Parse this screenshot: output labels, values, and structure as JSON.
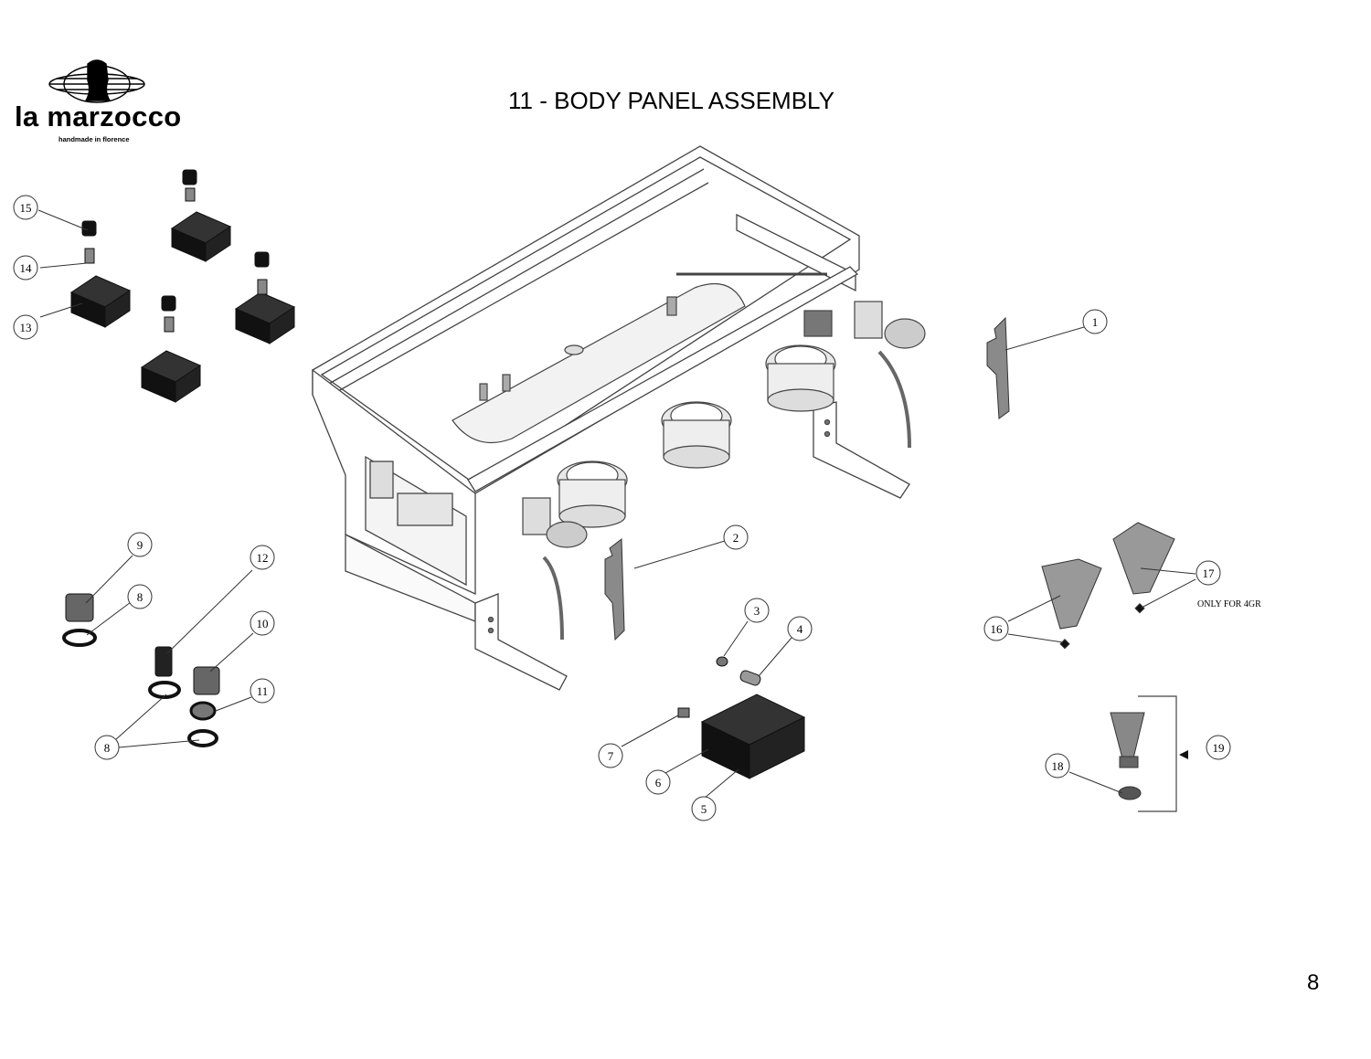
{
  "brand": {
    "name": "la marzocco",
    "tagline": "handmade in florence",
    "logo_icon": "lion-globe-emblem-icon"
  },
  "title": "11 - BODY PANEL ASSEMBLY",
  "page_number": "8",
  "note": "ONLY FOR 4GR",
  "callouts": [
    {
      "num": "1"
    },
    {
      "num": "2"
    },
    {
      "num": "3"
    },
    {
      "num": "4"
    },
    {
      "num": "5"
    },
    {
      "num": "6"
    },
    {
      "num": "7"
    },
    {
      "num": "8"
    },
    {
      "num": "8"
    },
    {
      "num": "9"
    },
    {
      "num": "10"
    },
    {
      "num": "11"
    },
    {
      "num": "12"
    },
    {
      "num": "13"
    },
    {
      "num": "14"
    },
    {
      "num": "15"
    },
    {
      "num": "16"
    },
    {
      "num": "17"
    },
    {
      "num": "18"
    },
    {
      "num": "19"
    }
  ],
  "colors": {
    "line": "#333333",
    "part_dark": "#1a1a1a",
    "part_mid": "#8a8a8a"
  }
}
